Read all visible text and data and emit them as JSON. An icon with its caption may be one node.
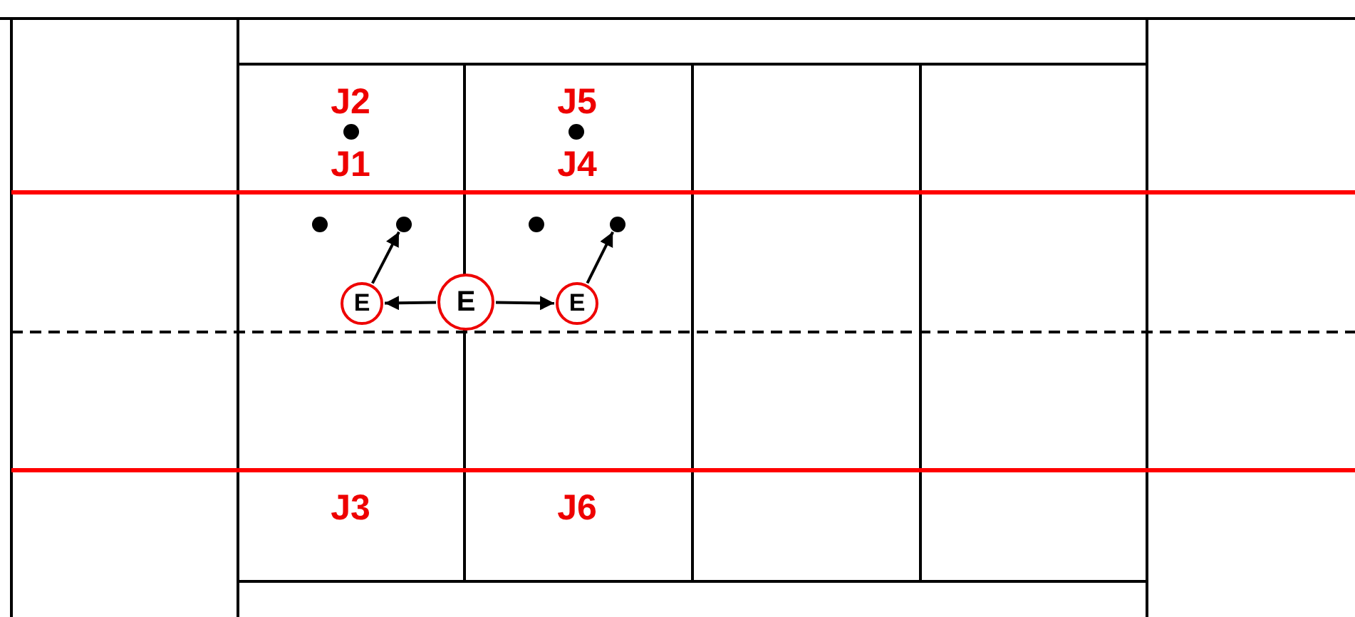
{
  "diagram": {
    "nodes": [
      {
        "text": [],
        "shape": "circle"
      },
      {
        "text": [],
        "shape": "circle"
      },
      {
        "text": [],
        "shape": "circle"
      },
      {
        "text": [],
        "shape": "circle"
      },
      {
        "text": [],
        "shape": "circle"
      },
      {
        "text": [],
        "shape": "circle"
      },
      {
        "text": [
          "E"
        ]
      },
      {
        "text": [
          "E"
        ]
      },
      {
        "text": [
          "E"
        ]
      }
    ],
    "edges": [
      {
        "from": 7,
        "to": 6,
        "arrow": "to"
      },
      {
        "from": 7,
        "to": 8,
        "arrow": "to"
      },
      {
        "from": 6,
        "to": 3,
        "arrow": "to"
      },
      {
        "from": 8,
        "to": 5,
        "arrow": "to"
      }
    ],
    "labels": [
      "J2",
      "J5",
      "J1",
      "J4",
      "J3",
      "J6"
    ]
  }
}
